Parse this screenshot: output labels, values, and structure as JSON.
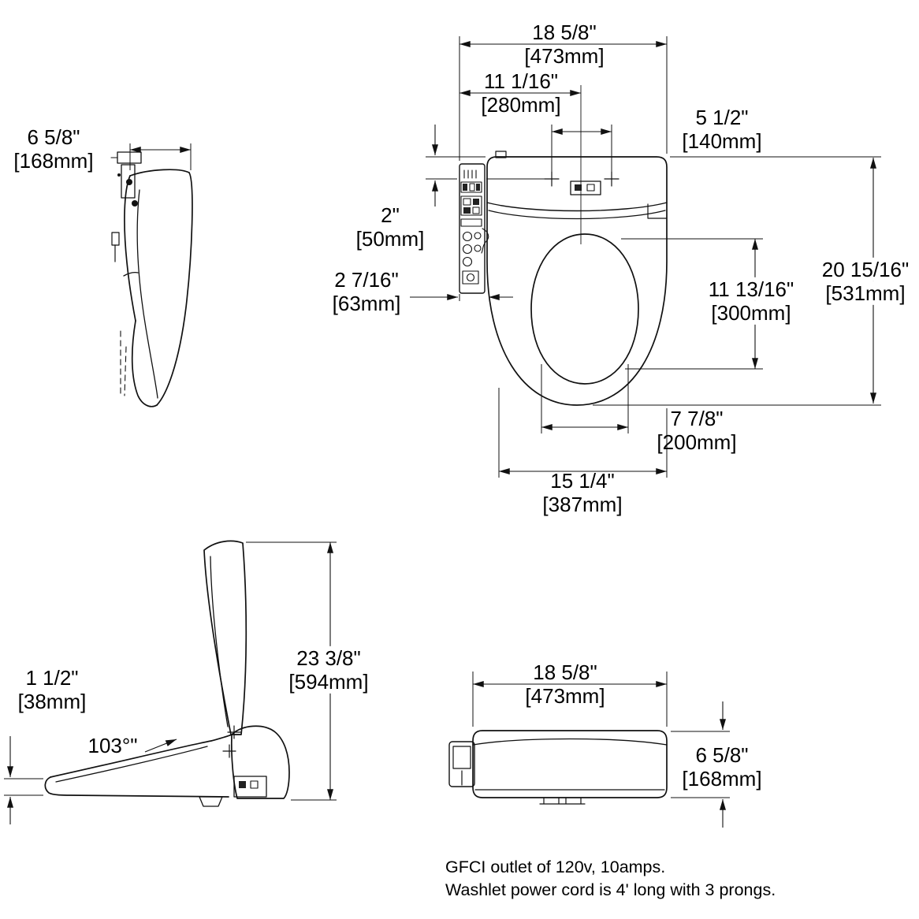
{
  "drawing": {
    "colors": {
      "line": "#111111",
      "background": "#ffffff"
    },
    "views": {
      "side_closed": {
        "width": {
          "in": "6 5/8\"",
          "mm": "[168mm]"
        }
      },
      "top": {
        "overall_width": {
          "in": "18 5/8\"",
          "mm": "[473mm]"
        },
        "bolt_offset": {
          "in": "11 1/16\"",
          "mm": "[280mm]"
        },
        "bolt_spacing": {
          "in": "5 1/2\"",
          "mm": "[140mm]"
        },
        "top_to_bolts": {
          "in": "2\"",
          "mm": "[50mm]"
        },
        "panel_offset": {
          "in": "2 7/16\"",
          "mm": "[63mm]"
        },
        "overall_length": {
          "in": "20 15/16\"",
          "mm": "[531mm]"
        },
        "opening_length": {
          "in": "11 13/16\"",
          "mm": "[300mm]"
        },
        "opening_width": {
          "in": "7 7/8\"",
          "mm": "[200mm]"
        },
        "seat_width": {
          "in": "15 1/4\"",
          "mm": "[387mm]"
        }
      },
      "side_open": {
        "height": {
          "in": "23 3/8\"",
          "mm": "[594mm]"
        },
        "base_height": {
          "in": "1 1/2\"",
          "mm": "[38mm]"
        },
        "lid_angle": "103°\""
      },
      "rear": {
        "width": {
          "in": "18 5/8\"",
          "mm": "[473mm]"
        },
        "height": {
          "in": "6 5/8\"",
          "mm": "[168mm]"
        }
      }
    },
    "notes": [
      "GFCI outlet of 120v, 10amps.",
      "Washlet power cord is 4' long with 3 prongs."
    ]
  }
}
